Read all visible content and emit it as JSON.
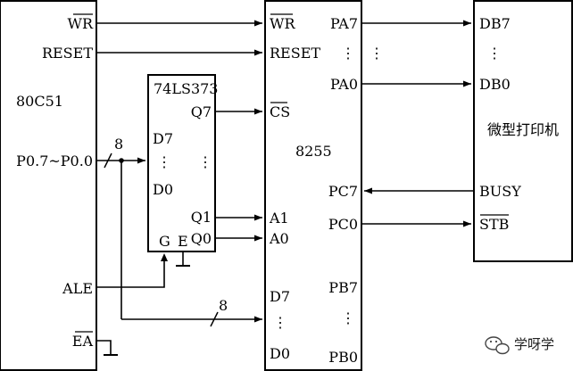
{
  "chips": {
    "mcu": "80C51",
    "latch": "74LS373",
    "ppi": "8255",
    "printer": "微型打印机"
  },
  "mcu_pins": {
    "wr": "WR",
    "reset": "RESET",
    "p0": "P0.7~P0.0",
    "ale": "ALE",
    "ea": "EA"
  },
  "latch_pins": {
    "d7": "D7",
    "d0": "D0",
    "q7": "Q7",
    "q1": "Q1",
    "q0": "Q0",
    "g": "G",
    "e": "E",
    "dots": "⋮"
  },
  "ppi_pins": {
    "wr": "WR",
    "reset": "RESET",
    "cs": "CS",
    "a1": "A1",
    "a0": "A0",
    "d7": "D7",
    "d0": "D0",
    "pa7": "PA7",
    "pa0": "PA0",
    "pc7": "PC7",
    "pc0": "PC0",
    "pb7": "PB7",
    "pb0": "PB0",
    "dots": "⋮"
  },
  "printer_pins": {
    "db7": "DB7",
    "db0": "DB0",
    "busy": "BUSY",
    "stb": "STB",
    "dots": "⋮"
  },
  "bus_width_labels": [
    "8",
    "8"
  ],
  "watermark": {
    "text": "学呀学",
    "icon": "wechat-icon"
  }
}
